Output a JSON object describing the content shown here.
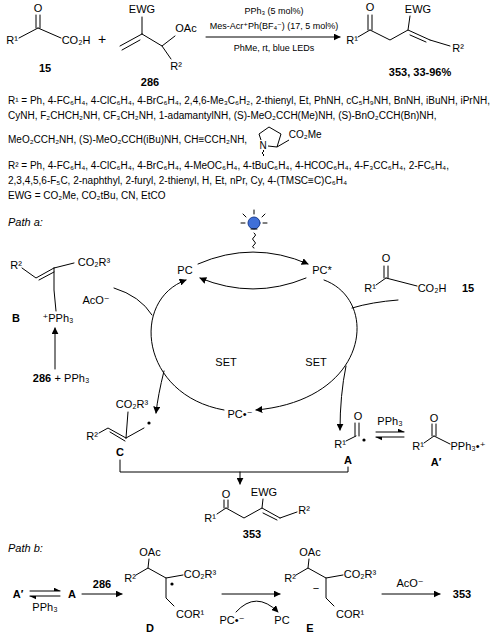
{
  "diagram": {
    "labels": [
      "O",
      "R¹",
      "CO₂H",
      "15",
      "+",
      "EWG",
      "OAc",
      "R²",
      "286",
      "PPh₃ (5 mol%)",
      "Mes-Acr⁺Ph(BF₄⁻) (17, 5 mol%)",
      "PhMe, rt, blue LEDs",
      "O",
      "EWG",
      "R¹",
      "R²",
      "353, 33-96%",
      "R¹ = Ph, 4-FC₆H₄, 4-ClC₆H₄, 4-BrC₆H₄, 2,4,6-Me₃C₆H₂, 2-thienyl, Et, PhNH, cC₅H₉NH, BnNH, iBuNH, iPrNH, CyNH, F₂CHCH₂NH, CF₃CH₂NH, 1-adamantylNH, (S)-MeO₂CCH(Me)NH, (S)-BnO₂CCH(Bn)NH, MeO₂CCH₂NH, (S)-MeO₂CCH(iBu)NH, CH≡CCH₂NH,",
      "N",
      "CO₂Me",
      "R² = Ph, 4-FC₆H₄, 4-ClC₆H₄, 4-BrC₆H₄, 4-MeOC₆H₄, 4-tBuC₆H₄, 4-HCOC₆H₄, 4-F₃CC₆H₄, 2-FC₆H₄, 2,3,4,5,6-F₅C, 2-naphthyl, 2-furyl, 2-thienyl, H, Et, nPr, Cy, 4-(TMSC≡C)C₆H₄",
      "EWG = CO₂Me, CO₂tBu, CN, EtCO",
      "Path a:",
      "CO₂R³",
      "PC",
      "PC*",
      "O",
      "R²",
      "R¹",
      "CO₂H",
      "15",
      "AcO⁻",
      "B",
      "⁺PPh₃",
      "SET",
      "SET",
      "286",
      "+ PPh₃",
      "CO₂R³",
      "PC•⁻",
      "O",
      "PPh₃",
      "O",
      "R²",
      "R¹",
      "R¹",
      "PPh₃•⁺",
      "C",
      "A",
      "A′",
      "EWG",
      "O",
      "R²",
      "R¹",
      "353",
      "Path b:",
      "OAc",
      "OAc",
      "CO₂R³",
      "CO₂R³",
      "R²",
      "R²",
      "286",
      "AcO⁻",
      "−",
      "A′",
      "A",
      "353",
      "PPh₃",
      "COR¹",
      "COR¹",
      "PC•⁻",
      "PC",
      "D",
      "E"
    ]
  }
}
